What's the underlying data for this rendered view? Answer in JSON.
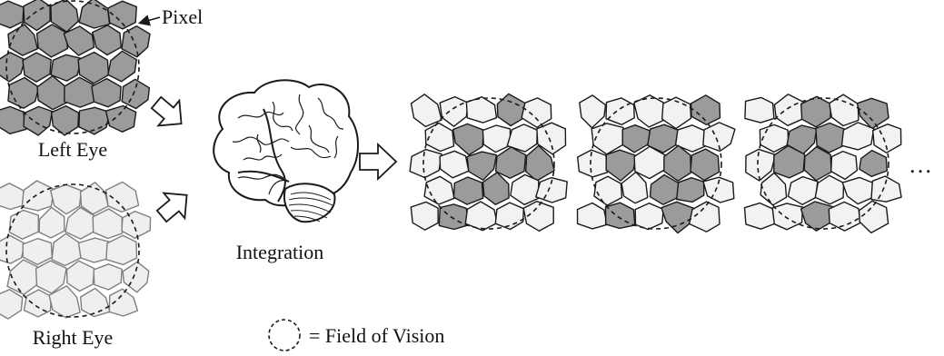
{
  "labels": {
    "pixel": "Pixel",
    "left_eye": "Left Eye",
    "right_eye": "Right Eye",
    "integration": "Integration",
    "legend": "= Field of Vision",
    "ellipsis": "…"
  },
  "colors": {
    "active_pixel": "#9b9b9b",
    "inactive_pixel": "#f2f2f2",
    "right_eye_pixel": "#efefef",
    "right_eye_stroke": "#7f7f7f",
    "stroke": "#1a1a1a",
    "background": "#ffffff"
  },
  "icons": {
    "brain": "brain-icon",
    "arrow": "hollow-arrow-icon",
    "field_circle": "dashed-circle-icon"
  },
  "left_eye_pattern": [
    [
      1,
      1,
      1,
      1,
      1
    ],
    [
      1,
      1,
      1,
      1,
      1
    ],
    [
      1,
      1,
      1,
      1,
      1
    ],
    [
      1,
      1,
      1,
      1,
      1
    ],
    [
      1,
      1,
      1,
      1,
      1
    ]
  ],
  "right_eye_pattern": [
    [
      0,
      0,
      0,
      0,
      0
    ],
    [
      0,
      0,
      0,
      0,
      0
    ],
    [
      0,
      0,
      0,
      0,
      0
    ],
    [
      0,
      0,
      0,
      0,
      0
    ],
    [
      0,
      0,
      0,
      0,
      0
    ]
  ],
  "outputs": [
    {
      "pattern": [
        [
          0,
          0,
          0,
          1,
          0
        ],
        [
          0,
          1,
          0,
          0,
          0
        ],
        [
          0,
          0,
          1,
          1,
          1
        ],
        [
          0,
          1,
          1,
          0,
          0
        ],
        [
          0,
          1,
          0,
          0,
          0
        ]
      ]
    },
    {
      "pattern": [
        [
          0,
          0,
          0,
          0,
          1
        ],
        [
          0,
          1,
          1,
          0,
          0
        ],
        [
          0,
          1,
          0,
          1,
          1
        ],
        [
          0,
          0,
          1,
          1,
          0
        ],
        [
          0,
          1,
          0,
          1,
          0
        ]
      ]
    },
    {
      "pattern": [
        [
          0,
          0,
          1,
          0,
          1
        ],
        [
          0,
          1,
          1,
          0,
          0
        ],
        [
          0,
          1,
          1,
          0,
          1
        ],
        [
          0,
          0,
          0,
          0,
          0
        ],
        [
          0,
          0,
          1,
          0,
          0
        ]
      ]
    }
  ]
}
